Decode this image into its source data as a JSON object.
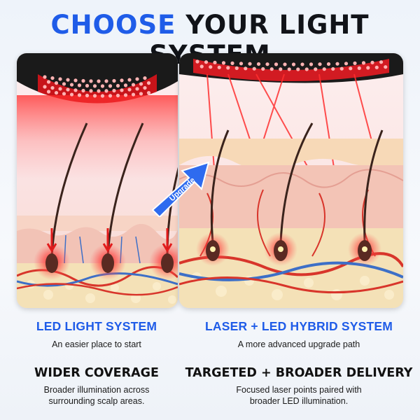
{
  "title": {
    "highlight": "CHOOSE",
    "rest": "YOUR LIGHT SYSTEM"
  },
  "upgrade_badge": "Upgrade",
  "left": {
    "system_title": "LED LIGHT SYSTEM",
    "system_subtitle": "An easier place to start",
    "feature_title": "WIDER COVERAGE",
    "feature_desc_line1": "Broader illumination across",
    "feature_desc_line2": "surrounding scalp areas."
  },
  "right": {
    "system_title": "LASER + LED HYBRID SYSTEM",
    "system_subtitle": "A more advanced upgrade path",
    "feature_title": "TARGETED + BROADER DELIVERY",
    "feature_desc_line1": "Focused laser points paired with",
    "feature_desc_line2": "broader LED illumination."
  },
  "colors": {
    "accent_blue": "#1f5ce8",
    "led_red": "#ff3a3a",
    "skin": "#f6cfc0",
    "fat": "#f6e2b8",
    "artery": "#d8352b",
    "vein": "#3d6fc7"
  }
}
